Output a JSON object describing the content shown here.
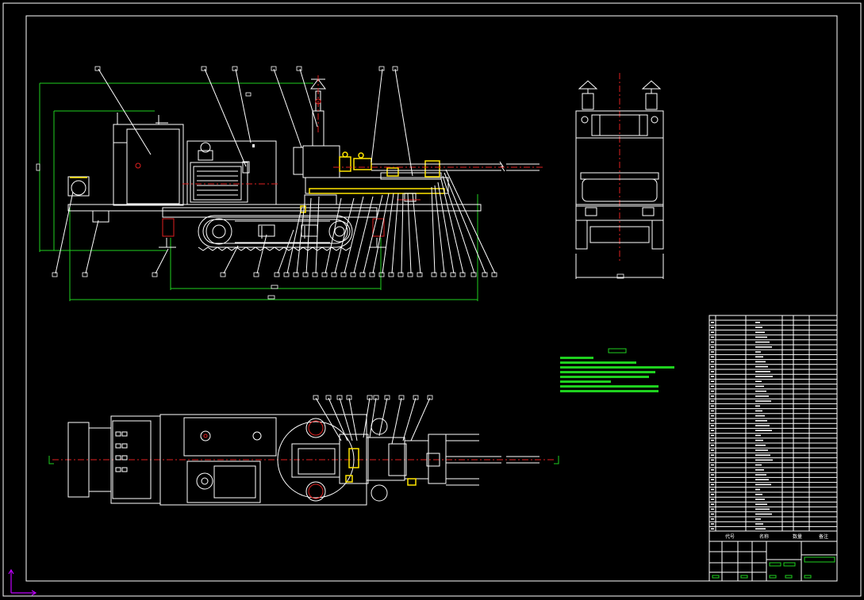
{
  "drawing": {
    "background": "#000000",
    "line_color": "#ffffff",
    "dimension_color": "#1fd11f",
    "centerline_color": "#e02020",
    "highlight_color": "#ffe600",
    "ucs_color": "#c000ff"
  },
  "title_block": {
    "header_cells": [
      "代号",
      "名称",
      "数量",
      "备注"
    ]
  }
}
